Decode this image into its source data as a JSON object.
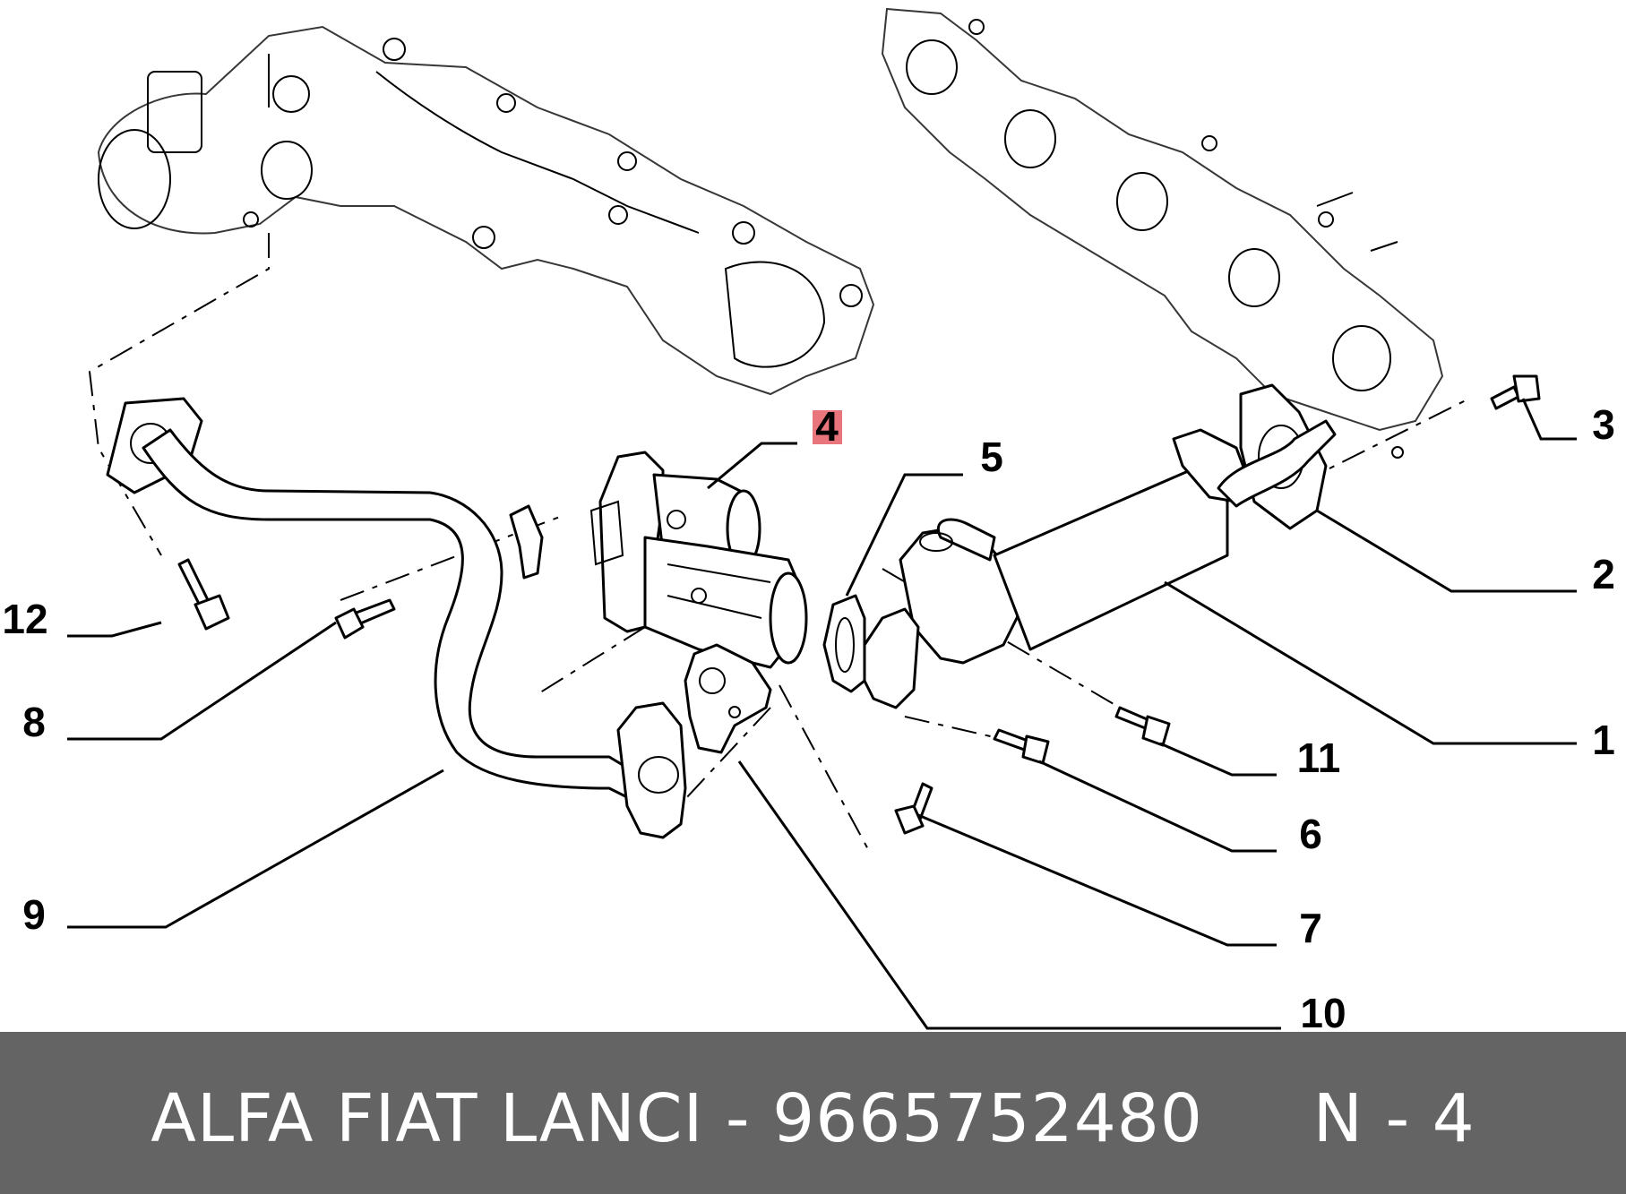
{
  "callouts": {
    "c1": "1",
    "c2": "2",
    "c3": "3",
    "c4": "4",
    "c5": "5",
    "c6": "6",
    "c7": "7",
    "c8": "8",
    "c9": "9",
    "c10": "10",
    "c11": "11",
    "c12": "12"
  },
  "highlight_color": "#e8747c",
  "footer": {
    "brand": "ALFA FIAT LANCI",
    "separator": " - ",
    "part_number": "9665752480",
    "ref": "N - 4"
  }
}
